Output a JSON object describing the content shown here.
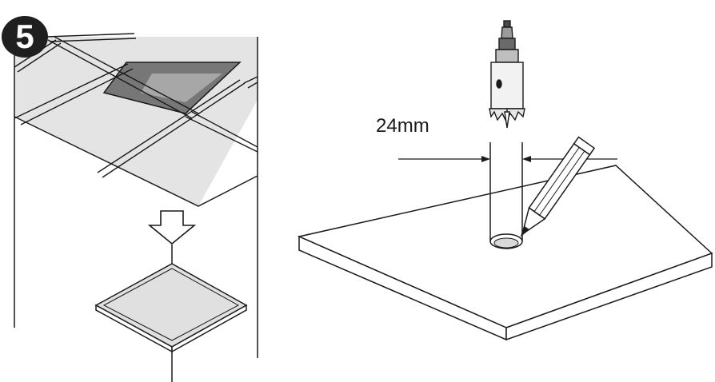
{
  "step": {
    "number": "5"
  },
  "annotation": {
    "hole_diameter": "24mm"
  },
  "icons": [
    "ceiling-grid",
    "down-arrow-icon",
    "ceiling-tile",
    "hole-saw-drill-bit",
    "pencil-icon",
    "board"
  ],
  "colors": {
    "ceiling_panel": "#e4e4e4",
    "opening_dark": "#7a7a7a",
    "opening_inner": "#a9a9a9",
    "line": "#1a1a1a",
    "badge": "#1f1f1f"
  }
}
